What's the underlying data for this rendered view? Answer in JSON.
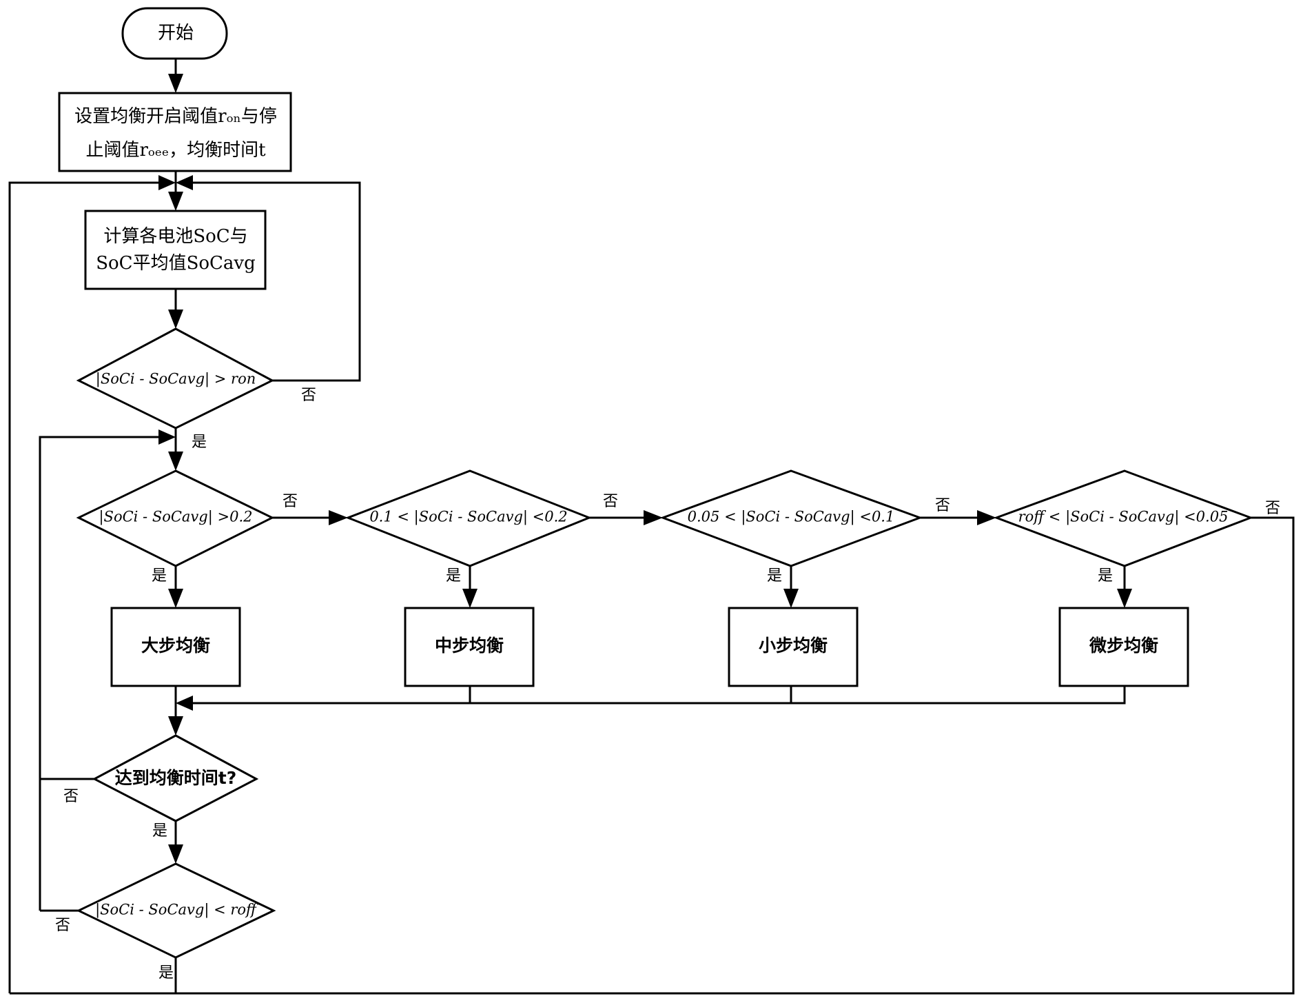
{
  "nodes": {
    "start": "开始",
    "setup_line1": "设置均衡开启阈值rₒₙ与停",
    "setup_line2": "止阈值rₒₑₑ，均衡时间t",
    "calc_line1": "计算各电池SoC与",
    "calc_line2": "SoC平均值SoCavg",
    "check_on": "|SoCi - SoCavg| > ron",
    "cond_big": "|SoCi - SoCavg| >0.2",
    "cond_mid": "0.1 < |SoCi - SoCavg| <0.2",
    "cond_small": "0.05 < |SoCi - SoCavg| <0.1",
    "cond_micro": "roff < |SoCi - SoCavg| <0.05",
    "box_big": "大步均衡",
    "box_mid": "中步均衡",
    "box_small": "小步均衡",
    "box_micro": "微步均衡",
    "check_time": "达到均衡时间t?",
    "check_off": "|SoCi - SoCavg| < roff"
  },
  "edge_labels": {
    "yes": "是",
    "no": "否"
  }
}
